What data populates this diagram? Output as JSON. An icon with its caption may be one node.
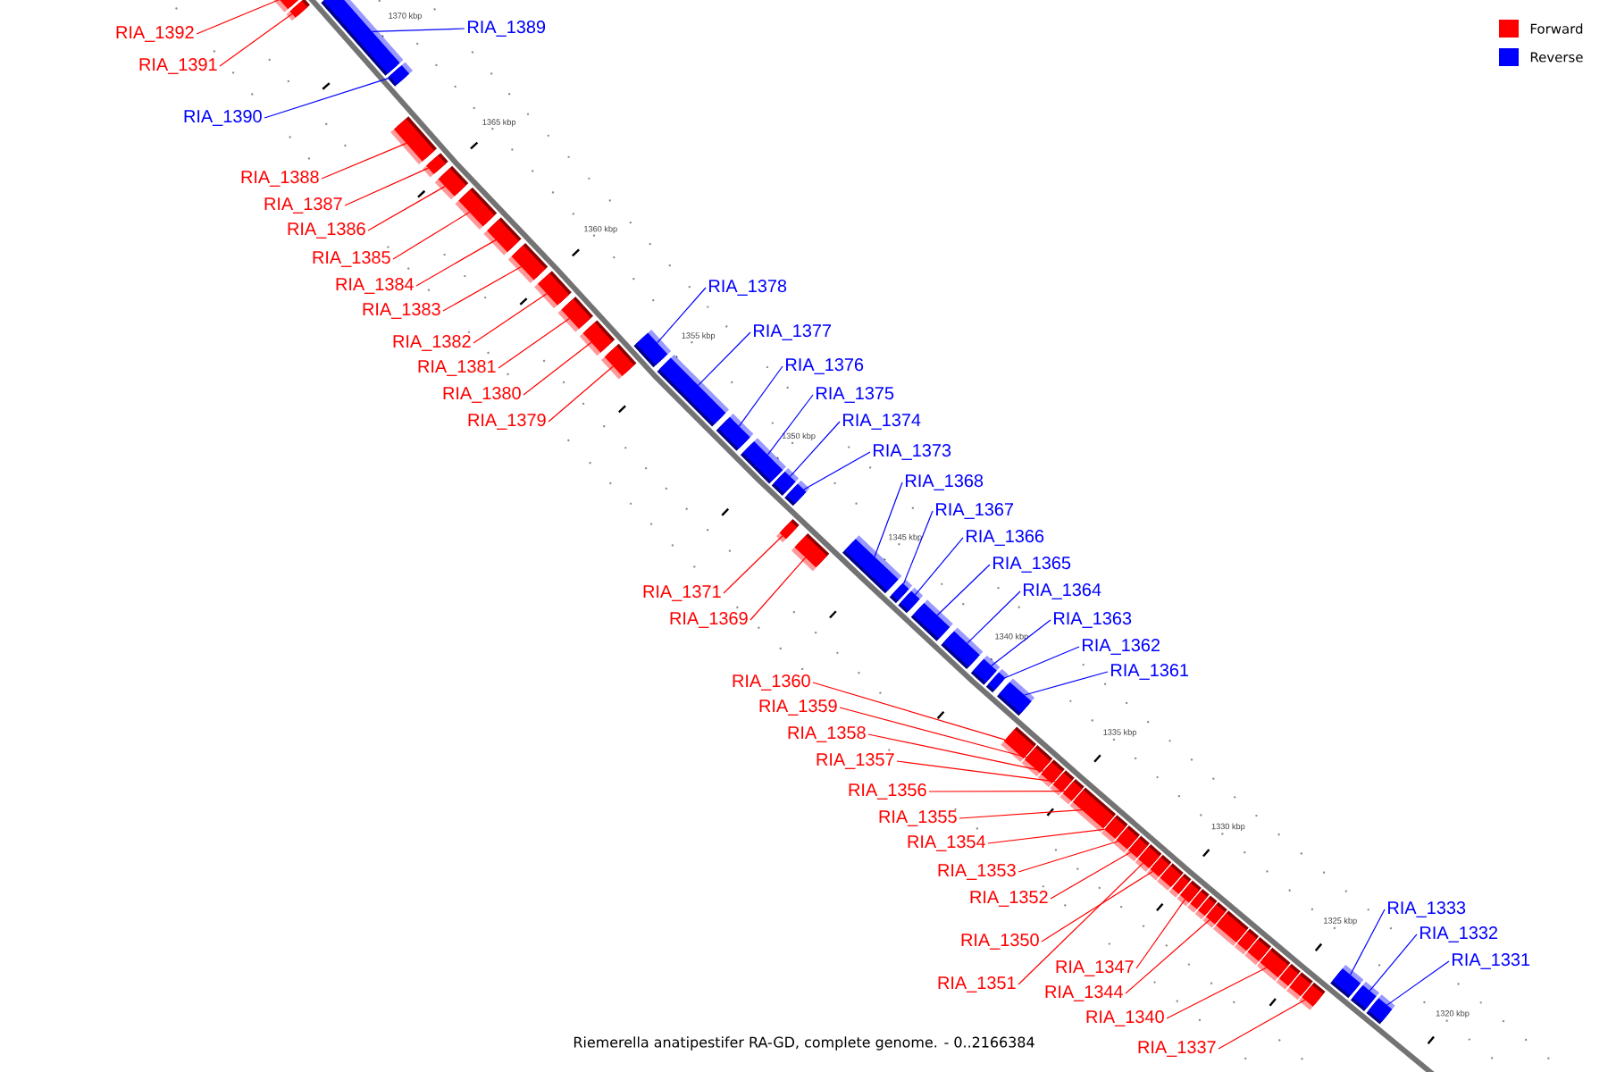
{
  "diagram": {
    "caption": "Riemerella anatipestifer RA-GD, complete genome. - 0..2166384",
    "nodes": [
      {
        "text": [
          "RIA_1392"
        ]
      },
      {
        "text": [
          "RIA_1391"
        ]
      },
      {
        "text": [
          "RIA_1389"
        ]
      },
      {
        "text": [
          "RIA_1390"
        ]
      },
      {
        "text": [
          "RIA_1388"
        ]
      },
      {
        "text": [
          "RIA_1387"
        ]
      },
      {
        "text": [
          "RIA_1386"
        ]
      },
      {
        "text": [
          "RIA_1385"
        ]
      },
      {
        "text": [
          "RIA_1384"
        ]
      },
      {
        "text": [
          "RIA_1383"
        ]
      },
      {
        "text": [
          "RIA_1382"
        ]
      },
      {
        "text": [
          "RIA_1381"
        ]
      },
      {
        "text": [
          "RIA_1380"
        ]
      },
      {
        "text": [
          "RIA_1379"
        ]
      },
      {
        "text": [
          "RIA_1378"
        ]
      },
      {
        "text": [
          "RIA_1377"
        ]
      },
      {
        "text": [
          "RIA_1376"
        ]
      },
      {
        "text": [
          "RIA_1375"
        ]
      },
      {
        "text": [
          "RIA_1374"
        ]
      },
      {
        "text": [
          "RIA_1373"
        ]
      },
      {
        "text": [
          "RIA_1371"
        ]
      },
      {
        "text": [
          "RIA_1369"
        ]
      },
      {
        "text": [
          "RIA_1368"
        ]
      },
      {
        "text": [
          "RIA_1367"
        ]
      },
      {
        "text": [
          "RIA_1366"
        ]
      },
      {
        "text": [
          "RIA_1365"
        ]
      },
      {
        "text": [
          "RIA_1364"
        ]
      },
      {
        "text": [
          "RIA_1363"
        ]
      },
      {
        "text": [
          "RIA_1362"
        ]
      },
      {
        "text": [
          "RIA_1361"
        ]
      },
      {
        "text": [
          "RIA_1360"
        ]
      },
      {
        "text": [
          "RIA_1359"
        ]
      },
      {
        "text": [
          "RIA_1358"
        ]
      },
      {
        "text": [
          "RIA_1357"
        ]
      },
      {
        "text": [
          "RIA_1356"
        ]
      },
      {
        "text": [
          "RIA_1355"
        ]
      },
      {
        "text": [
          "RIA_1354"
        ]
      },
      {
        "text": [
          "RIA_1353"
        ]
      },
      {
        "text": [
          "RIA_1352"
        ]
      },
      {
        "text": [
          "RIA_1350"
        ]
      },
      {
        "text": [
          "RIA_1351"
        ]
      },
      {
        "text": [
          "RIA_1347"
        ]
      },
      {
        "text": [
          "RIA_1344"
        ]
      },
      {
        "text": [
          "RIA_1340"
        ]
      },
      {
        "text": [
          "RIA_1337"
        ]
      },
      {
        "text": [
          "RIA_1333"
        ]
      },
      {
        "text": [
          "RIA_1332"
        ]
      },
      {
        "text": [
          "RIA_1331"
        ]
      },
      {
        "text": [],
        "shape": "box"
      },
      {
        "text": [],
        "shape": "box"
      },
      {
        "text": [],
        "shape": "box"
      },
      {
        "text": [],
        "shape": "box"
      },
      {
        "text": [],
        "shape": "box"
      },
      {
        "text": [],
        "shape": "box"
      },
      {
        "text": [],
        "shape": "box"
      },
      {
        "text": [],
        "shape": "box"
      },
      {
        "text": [],
        "shape": "box"
      },
      {
        "text": [],
        "shape": "box"
      },
      {
        "text": [],
        "shape": "box"
      },
      {
        "text": [],
        "shape": "box"
      },
      {
        "text": [],
        "shape": "box"
      },
      {
        "text": [],
        "shape": "box"
      },
      {
        "text": [],
        "shape": "box"
      },
      {
        "text": [],
        "shape": "box"
      },
      {
        "text": [],
        "shape": "box"
      },
      {
        "text": [],
        "shape": "box"
      },
      {
        "text": [],
        "shape": "box"
      },
      {
        "text": [],
        "shape": "box"
      },
      {
        "text": [],
        "shape": "box"
      },
      {
        "text": [],
        "shape": "box"
      },
      {
        "text": [],
        "shape": "box"
      },
      {
        "text": [],
        "shape": "box"
      },
      {
        "text": [],
        "shape": "box"
      },
      {
        "text": [],
        "shape": "box"
      },
      {
        "text": [],
        "shape": "box"
      },
      {
        "text": [],
        "shape": "box"
      },
      {
        "text": [],
        "shape": "box"
      },
      {
        "text": [],
        "shape": "box"
      },
      {
        "text": [],
        "shape": "box"
      },
      {
        "text": [],
        "shape": "box"
      },
      {
        "text": [],
        "shape": "box"
      },
      {
        "text": [],
        "shape": "box"
      },
      {
        "text": [],
        "shape": "box"
      },
      {
        "text": [],
        "shape": "box"
      },
      {
        "text": [],
        "shape": "box"
      },
      {
        "text": [],
        "shape": "box"
      },
      {
        "text": [],
        "shape": "box"
      },
      {
        "text": [],
        "shape": "box"
      },
      {
        "text": [],
        "shape": "box"
      },
      {
        "text": [],
        "shape": "box"
      },
      {
        "text": [],
        "shape": "box"
      },
      {
        "text": [],
        "shape": "box"
      },
      {
        "text": [],
        "shape": "box"
      },
      {
        "text": [],
        "shape": "box"
      },
      {
        "text": [],
        "shape": "box"
      },
      {
        "text": [],
        "shape": "box"
      },
      {
        "text": [],
        "shape": "box"
      },
      {
        "text": [],
        "shape": "box"
      },
      {
        "text": [],
        "shape": "box"
      },
      {
        "text": [],
        "shape": "box"
      },
      {
        "text": [],
        "shape": "box"
      },
      {
        "text": [],
        "shape": "box"
      },
      {
        "text": [],
        "shape": "box"
      },
      {
        "text": [],
        "shape": "box"
      },
      {
        "text": [],
        "shape": "box"
      }
    ],
    "edges": [
      {
        "from": 0,
        "to": 48,
        "arrow": "none"
      },
      {
        "from": 1,
        "to": 49,
        "arrow": "none"
      },
      {
        "from": 2,
        "to": 50,
        "arrow": "none",
        "color": "#0000ff"
      },
      {
        "from": 3,
        "to": 51,
        "arrow": "none",
        "color": "#0000ff"
      },
      {
        "from": 4,
        "to": 52,
        "arrow": "none"
      },
      {
        "from": 5,
        "to": 53,
        "arrow": "none"
      },
      {
        "from": 6,
        "to": 54,
        "arrow": "none"
      },
      {
        "from": 7,
        "to": 55,
        "arrow": "none"
      },
      {
        "from": 8,
        "to": 56,
        "arrow": "none"
      },
      {
        "from": 9,
        "to": 57,
        "arrow": "none"
      },
      {
        "from": 10,
        "to": 58,
        "arrow": "none"
      },
      {
        "from": 11,
        "to": 59,
        "arrow": "none"
      },
      {
        "from": 12,
        "to": 60,
        "arrow": "none"
      },
      {
        "from": 13,
        "to": 61,
        "arrow": "none"
      },
      {
        "from": 14,
        "to": 62,
        "arrow": "none",
        "color": "#0000ff"
      },
      {
        "from": 15,
        "to": 63,
        "arrow": "none",
        "color": "#0000ff"
      },
      {
        "from": 16,
        "to": 64,
        "arrow": "none",
        "color": "#0000ff"
      },
      {
        "from": 17,
        "to": 65,
        "arrow": "none",
        "color": "#0000ff"
      },
      {
        "from": 18,
        "to": 66,
        "arrow": "none",
        "color": "#0000ff"
      },
      {
        "from": 19,
        "to": 67,
        "arrow": "none",
        "color": "#0000ff"
      },
      {
        "from": 20,
        "to": 68,
        "arrow": "none"
      },
      {
        "from": 21,
        "to": 69,
        "arrow": "none"
      },
      {
        "from": 22,
        "to": 70,
        "arrow": "none",
        "color": "#0000ff"
      },
      {
        "from": 23,
        "to": 71,
        "arrow": "none",
        "color": "#0000ff"
      },
      {
        "from": 24,
        "to": 72,
        "arrow": "none",
        "color": "#0000ff"
      },
      {
        "from": 25,
        "to": 73,
        "arrow": "none",
        "color": "#0000ff"
      },
      {
        "from": 26,
        "to": 74,
        "arrow": "none",
        "color": "#0000ff"
      },
      {
        "from": 27,
        "to": 75,
        "arrow": "none",
        "color": "#0000ff"
      },
      {
        "from": 28,
        "to": 76,
        "arrow": "none",
        "color": "#0000ff"
      },
      {
        "from": 29,
        "to": 77,
        "arrow": "none",
        "color": "#0000ff"
      },
      {
        "from": 30,
        "to": 78,
        "arrow": "none"
      },
      {
        "from": 31,
        "to": 79,
        "arrow": "none"
      },
      {
        "from": 32,
        "to": 80,
        "arrow": "none"
      },
      {
        "from": 33,
        "to": 81,
        "arrow": "none"
      },
      {
        "from": 34,
        "to": 82,
        "arrow": "none"
      },
      {
        "from": 35,
        "to": 83,
        "arrow": "none"
      },
      {
        "from": 36,
        "to": 84,
        "arrow": "none"
      },
      {
        "from": 37,
        "to": 85,
        "arrow": "none"
      },
      {
        "from": 38,
        "to": 86,
        "arrow": "none"
      },
      {
        "from": 39,
        "to": 87,
        "arrow": "none"
      },
      {
        "from": 40,
        "to": 88,
        "arrow": "none"
      },
      {
        "from": 41,
        "to": 89,
        "arrow": "none"
      },
      {
        "from": 42,
        "to": 90,
        "arrow": "none"
      },
      {
        "from": 43,
        "to": 91,
        "arrow": "none"
      },
      {
        "from": 44,
        "to": 92,
        "arrow": "none"
      },
      {
        "from": 45,
        "to": 93,
        "arrow": "none",
        "color": "#0000ff"
      },
      {
        "from": 46,
        "to": 94,
        "arrow": "none",
        "color": "#0000ff"
      },
      {
        "from": 47,
        "to": 95,
        "arrow": "none",
        "color": "#0000ff"
      }
    ],
    "labels": [
      "1370 kbp",
      "1365 kbp",
      "1360 kbp",
      "1355 kbp",
      "1350 kbp",
      "1345 kbp",
      "1340 kbp",
      "1335 kbp",
      "1330 kbp",
      "1325 kbp",
      "1320 kbp"
    ],
    "legend": [
      {
        "text": "Forward",
        "color": "#ff0000"
      },
      {
        "text": "Reverse",
        "color": "#0000ff"
      }
    ]
  }
}
